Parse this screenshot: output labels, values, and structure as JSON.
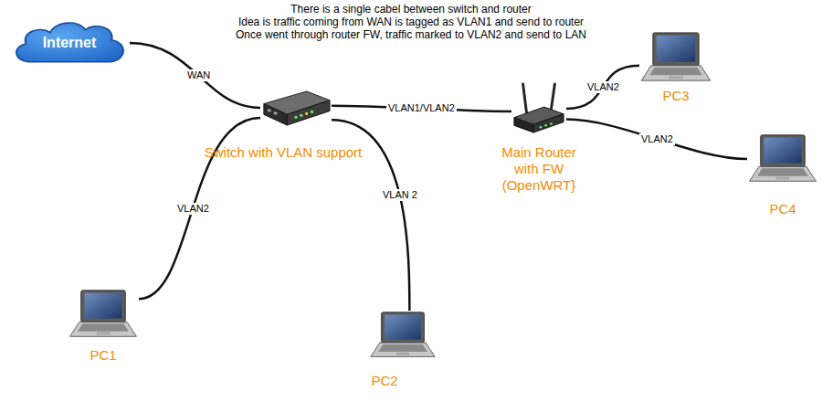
{
  "diagram": {
    "nodes": [
      {
        "text": [
          "Internet"
        ]
      },
      {
        "text": [
          "PC3"
        ]
      },
      {
        "text": [
          "Switch with VLAN support"
        ]
      },
      {
        "text": [
          "Main Router with FW (OpenWRT}"
        ]
      },
      {
        "text": [
          "PC4"
        ]
      },
      {
        "text": [
          "PC1"
        ]
      },
      {
        "text": [
          "PC2"
        ]
      }
    ],
    "edges": [
      {
        "from": 0,
        "to": 2,
        "label": "WAN",
        "arrow": "none"
      },
      {
        "from": 2,
        "to": 3,
        "label": "VLAN1/VLAN2",
        "arrow": "none"
      },
      {
        "from": 2,
        "to": 6,
        "label": "VLAN 2",
        "arrow": "none"
      },
      {
        "from": 2,
        "to": 5,
        "label": "VLAN2",
        "arrow": "none"
      },
      {
        "from": 3,
        "to": 1,
        "label": "VLAN2",
        "arrow": "none"
      },
      {
        "from": 3,
        "to": 4,
        "label": "VLAN2",
        "arrow": "none"
      }
    ],
    "labels": [
      "There is a single cabel between switch and router",
      "Idea is traffic coming from WAN is tagged as VLAN1 and send to router",
      "Once went through router FW, traffic marked to VLAN2 and send to LAN"
    ]
  }
}
